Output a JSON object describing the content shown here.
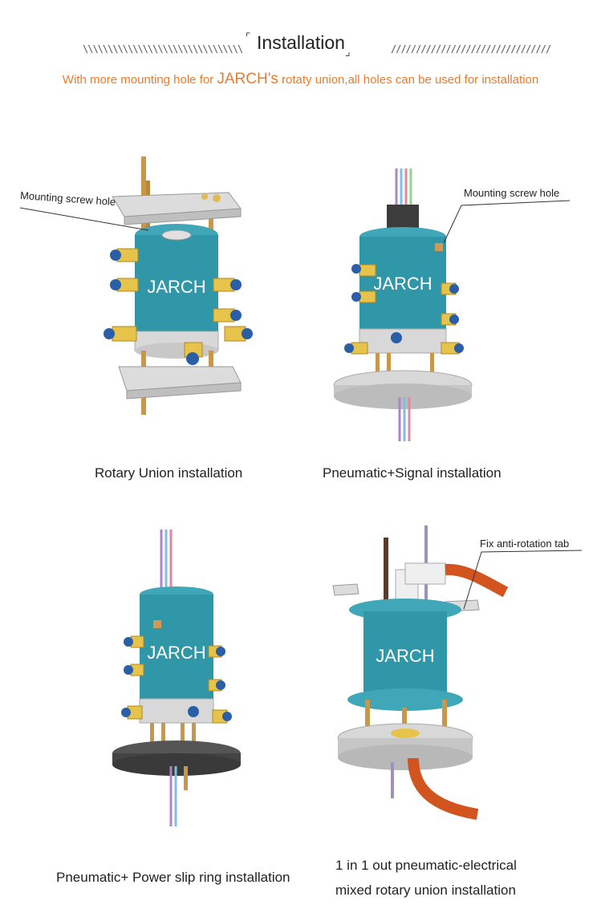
{
  "header": {
    "title": "Installation",
    "left_hatch": "\\\\\\\\\\\\\\\\\\\\\\\\\\\\\\\\\\\\\\\\\\\\\\\\\\\\\\\\\\\\\\\\",
    "right_hatch": "////////////////////////////////",
    "subtitle_before": "With more mounting hole for ",
    "subtitle_brand": "JARCH's",
    "subtitle_after": " rotaty union,all holes can be used for installation",
    "accent_color": "#ee7a2a"
  },
  "brand_label": "JARCH",
  "panels": [
    {
      "caption": "Rotary Union installation",
      "callout": "Mounting screw hole"
    },
    {
      "caption": "Pneumatic+Signal installation",
      "callout": "Mounting screw hole"
    },
    {
      "caption": "Pneumatic+ Power slip ring installation",
      "callout": ""
    },
    {
      "caption_line1": "1 in 1 out pneumatic-electrical",
      "caption_line2": "mixed rotary union installation",
      "callout": "Fix anti-rotation tab"
    }
  ],
  "colors": {
    "body_teal": "#2f97a8",
    "ring_grey": "#d8d8d8",
    "fitting_brass": "#e6c34a",
    "fitting_blue": "#2a5fa8",
    "hose_orange": "#d2541e"
  }
}
